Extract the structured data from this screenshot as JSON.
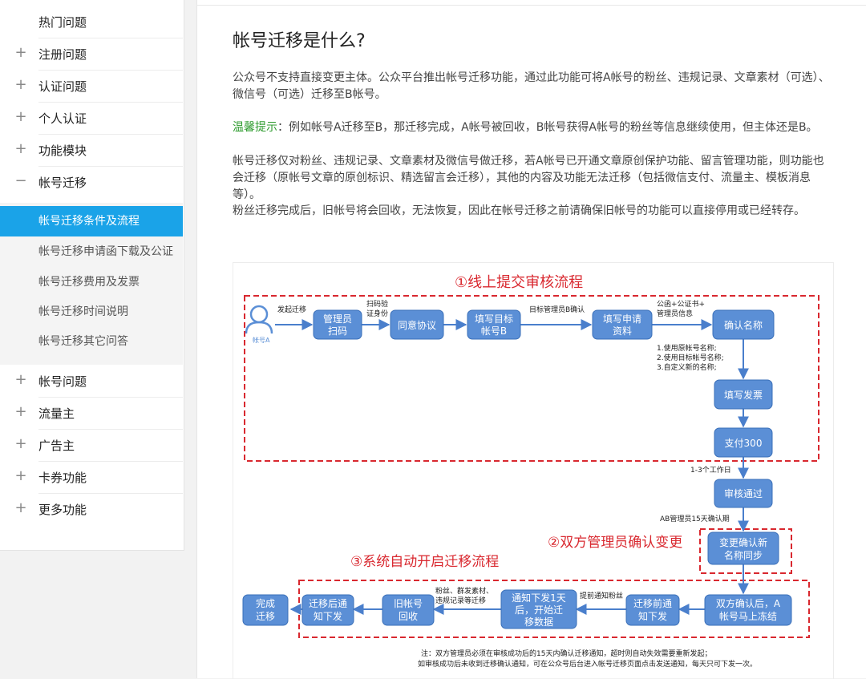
{
  "sidebar": {
    "items": [
      {
        "label": "热门问题",
        "symbol": ""
      },
      {
        "label": "注册问题",
        "symbol": "+"
      },
      {
        "label": "认证问题",
        "symbol": "+"
      },
      {
        "label": "个人认证",
        "symbol": "+"
      },
      {
        "label": "功能模块",
        "symbol": "+"
      },
      {
        "label": "帐号迁移",
        "symbol": "−"
      }
    ],
    "sub_items": [
      {
        "label": "帐号迁移条件及流程"
      },
      {
        "label": "帐号迁移申请函下载及公证"
      },
      {
        "label": "帐号迁移费用及发票"
      },
      {
        "label": "帐号迁移时间说明"
      },
      {
        "label": "帐号迁移其它问答"
      }
    ],
    "items_after": [
      {
        "label": "帐号问题",
        "symbol": "+"
      },
      {
        "label": "流量主",
        "symbol": "+"
      },
      {
        "label": "广告主",
        "symbol": "+"
      },
      {
        "label": "卡券功能",
        "symbol": "+"
      },
      {
        "label": "更多功能",
        "symbol": "+"
      }
    ]
  },
  "article": {
    "title": "帐号迁移是什么?",
    "intro": "公众号不支持直接变更主体。公众平台推出帐号迁移功能，通过此功能可将A帐号的粉丝、违规记录、文章素材（可选）、微信号（可选）迁移至B帐号。",
    "tip_label": "温馨提示",
    "tip_text": "：例如帐号A迁移至B，那迁移完成，A帐号被回收，B帐号获得A帐号的粉丝等信息继续使用，但主体还是B。",
    "para2": "帐号迁移仅对粉丝、违规记录、文章素材及微信号做迁移，若A帐号已开通文章原创保护功能、留言管理功能，则功能也会迁移（原帐号文章的原创标识、精选留言会迁移），其他的内容及功能无法迁移（包括微信支付、流量主、模板消息等）。",
    "para3": "粉丝迁移完成后，旧帐号将会回收，无法恢复，因此在帐号迁移之前请确保旧帐号的功能可以直接停用或已经转存。"
  },
  "diagram": {
    "section1": "①线上提交审核流程",
    "section2": "②双方管理员确认变更",
    "section3": "③系统自动开启迁移流程",
    "account_label": "帐号A",
    "boxes": {
      "admin_scan_1": "管理员",
      "admin_scan_2": "扫码",
      "agree": "同意协议",
      "fill_target_1": "填写目标",
      "fill_target_2": "帐号B",
      "fill_app_1": "填写申请",
      "fill_app_2": "资料",
      "confirm_name": "确认名称",
      "fill_invoice": "填写发票",
      "pay": "支付300",
      "approved": "审核通过",
      "change_confirm_1": "变更确认新",
      "change_confirm_2": "名称同步",
      "both_confirm_1": "双方确认后，A",
      "both_confirm_2": "帐号马上冻结",
      "pre_notify_1": "迁移前通",
      "pre_notify_2": "知下发",
      "notify_1day_1": "通知下发1天",
      "notify_1day_2": "后，开始迁",
      "notify_1day_3": "移数据",
      "old_recycle_1": "旧帐号",
      "old_recycle_2": "回收",
      "post_notify_1": "迁移后通",
      "post_notify_2": "知下发",
      "done_1": "完成",
      "done_2": "迁移"
    },
    "labels": {
      "start_migration": "发起迁移",
      "scan_verify_1": "扫码验",
      "scan_verify_2": "证身份",
      "target_admin_confirm": "目标管理员B确认",
      "notary_1": "公函+公证书+",
      "notary_2": "管理员信息",
      "name_opt_1": "1.使用原帐号名称;",
      "name_opt_2": "2.使用目标帐号名称;",
      "name_opt_3": "3.自定义新的名称;",
      "workdays": "1-3个工作日",
      "ab_confirm": "AB管理员15天确认期",
      "pre_notify_fans": "提前通知粉丝",
      "fans_materials_1": "粉丝、群发素材、",
      "fans_materials_2": "违规记录等迁移",
      "note_1": "注：双方管理员必须在审核成功后的15天内确认迁移通知，超时则自动失效需要重新发起；",
      "note_2": "如审核成功后未收到迁移确认通知，可在公众号后台进入帐号迁移页面点击发送通知，每天只可下发一次。"
    },
    "colors": {
      "box_fill": "#5b8fd6",
      "box_border": "#3a6fb8",
      "dashed": "#d9282f",
      "section_text": "#d9282f",
      "arrow": "#4a7fcc"
    }
  }
}
